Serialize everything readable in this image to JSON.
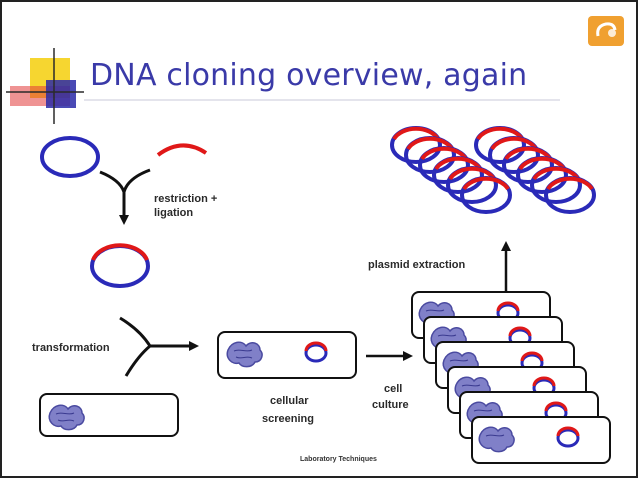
{
  "slide": {
    "title": "DNA cloning overview, again",
    "labels": {
      "restriction_line1": "restriction +",
      "restriction_line2": "ligation",
      "transformation": "transformation",
      "cellular_line1": "cellular",
      "cellular_line2": "screening",
      "cell_line1": "cell",
      "cell_line2": "culture",
      "plasmid_extraction": "plasmid extraction"
    },
    "footer": "Laboratory Techniques",
    "colors": {
      "plasmid_blue": "#2a2ab8",
      "insert_red": "#e01818",
      "title_blue": "#3a3aa8",
      "chromosome": "#5a5aaa",
      "logo_yellow": "#f5d21a",
      "logo_red": "#e23a3a",
      "logo_blue": "#2a2aa8",
      "corner_orange": "#f0a030"
    },
    "icons": [
      "corner-logo-icon",
      "title-accent-logo-icon"
    ]
  }
}
